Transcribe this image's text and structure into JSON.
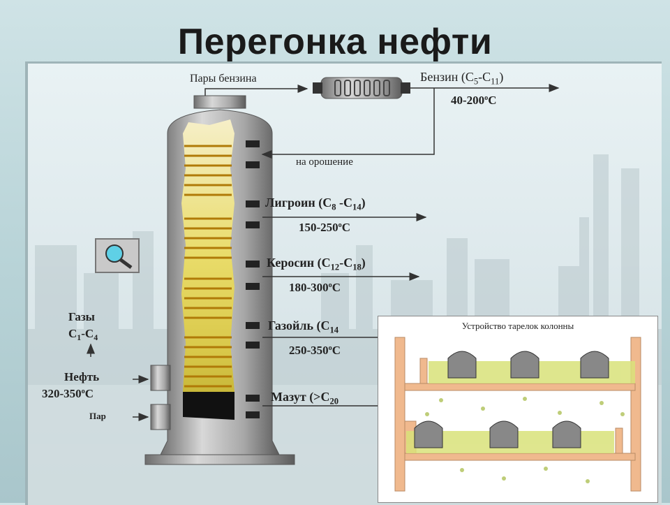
{
  "title": "Перегонка нефти",
  "labels": {
    "gasoline_vapors": "Пары бензина",
    "gasoline": {
      "name": "Бензин",
      "formula_c": "C",
      "from": "5",
      "to": "11",
      "temp": "40-200",
      "deg": "o",
      "unit": "C"
    },
    "reflux": "на орошение",
    "ligroin": {
      "name": "Лигроин",
      "from": "8",
      "to": "14",
      "temp": "150-250",
      "deg": "o",
      "unit": "C"
    },
    "kerosene": {
      "name": "Керосин",
      "from": "12",
      "to": "18",
      "temp": "180-300",
      "deg": "o",
      "unit": "C"
    },
    "gasoil": {
      "name": "Газойль",
      "from": "14",
      "temp": "250-350",
      "deg": "o",
      "unit": "C"
    },
    "mazut": {
      "name": "Мазут",
      "prefix": "(>C",
      "sub": "20"
    },
    "gases": {
      "name": "Газы",
      "from": "1",
      "to": "4"
    },
    "oil": {
      "name": "Нефть",
      "temp": "320-350",
      "deg": "o",
      "unit": "C"
    },
    "steam": "Пар"
  },
  "inset": {
    "title": "Устройство тарелок колонны"
  },
  "colors": {
    "column_fill": "#e8d98a",
    "column_band": "#c89a12",
    "bottom": "#111111",
    "metal": "#9a9a9a",
    "liquid": "#d9e27a"
  },
  "icons": {
    "magnifier": "magnifier-icon"
  }
}
